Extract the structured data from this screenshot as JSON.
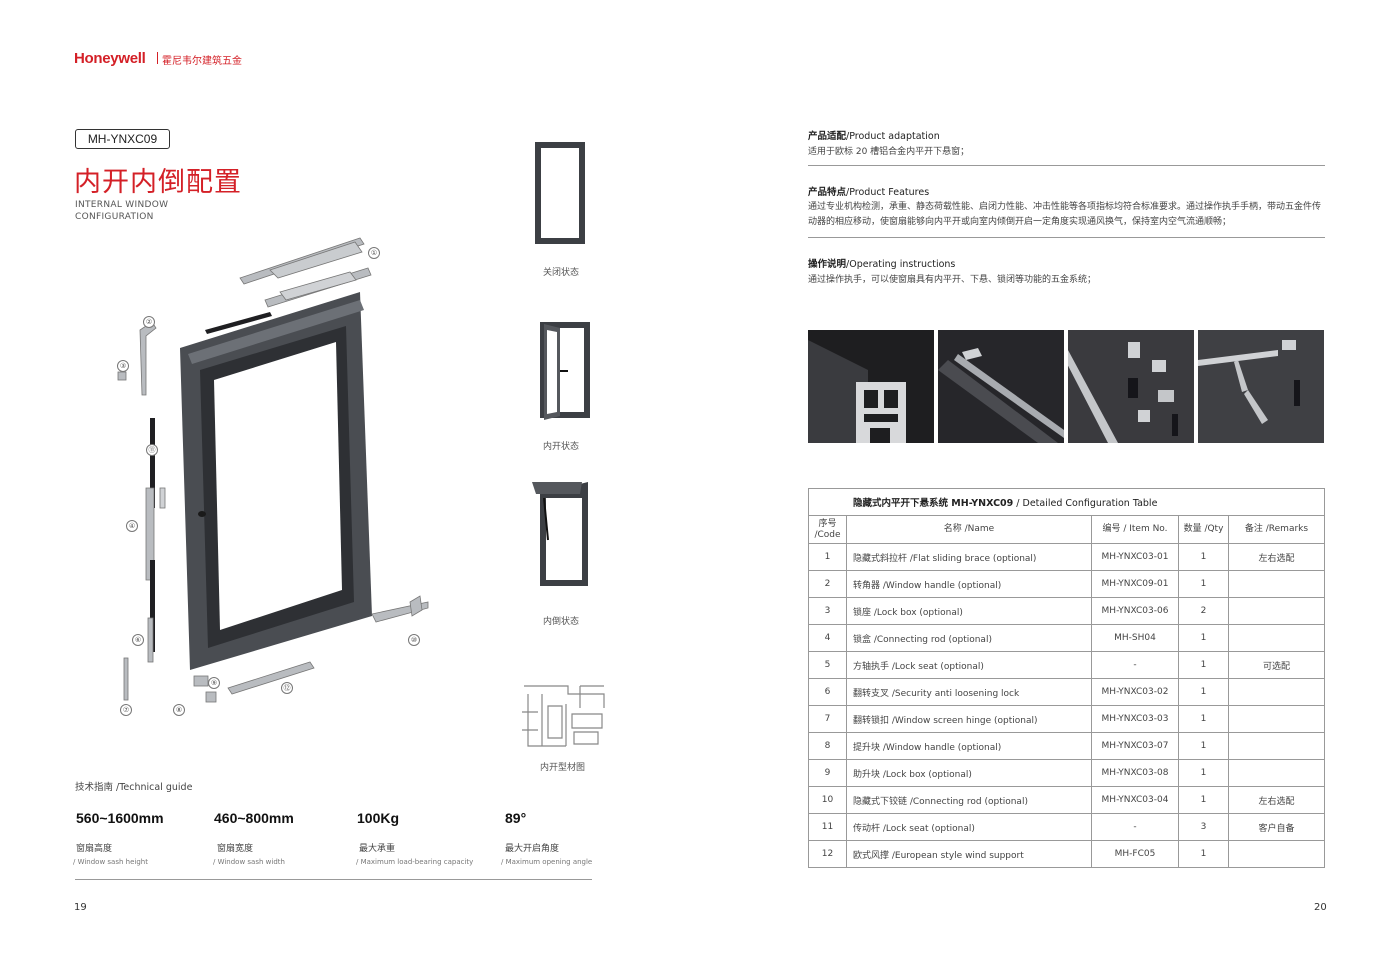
{
  "header": {
    "brand": "Honeywell",
    "brand_cn": "霍尼韦尔建筑五金"
  },
  "left": {
    "model": "MH-YNXC09",
    "title": "内开内倒配置",
    "subtitle_line1": "INTERNAL WINDOW",
    "subtitle_line2": "CONFIGURATION",
    "part_numbers": [
      "①",
      "②",
      "③",
      "④",
      "⑥",
      "⑦",
      "⑧",
      "⑨",
      "⑩",
      "⑪",
      "⑫"
    ],
    "states": [
      {
        "caption": "关闭状态"
      },
      {
        "caption": "内开状态"
      },
      {
        "caption": "内倒状态"
      },
      {
        "caption": "内开型材图"
      }
    ],
    "tech_guide_label": "技术指南 /Technical guide",
    "specs": [
      {
        "value": "560~1600mm",
        "cn": "窗扇高度",
        "en": "/ Window sash height"
      },
      {
        "value": "460~800mm",
        "cn": "窗扇宽度",
        "en": "/ Window sash width"
      },
      {
        "value": "100Kg",
        "cn": "最大承重",
        "en": "/ Maximum load-bearing capacity"
      },
      {
        "value": "89°",
        "cn": "最大开启角度",
        "en": "/ Maximum opening angle"
      }
    ],
    "page_number": "19"
  },
  "right": {
    "adaptation_head_cn": "产品适配",
    "adaptation_head_en": "/Product adaptation",
    "adaptation_body": "适用于欧标 20 槽铝合金内平开下悬窗；",
    "features_head_cn": "产品特点",
    "features_head_en": "/Product Features",
    "features_body": "通过专业机构检测，承重、静态荷载性能、启闭力性能、冲击性能等各项指标均符合标准要求。通过操作执手手柄，带动五金件传动器的相应移动，使窗扇能够向内平开或向室内倾倒开启一定角度实现通风换气，保持室内空气流通顺畅；",
    "instructions_head_cn": "操作说明",
    "instructions_head_en": "/Operating instructions",
    "instructions_body": "通过操作执手，可以使窗扇具有内平开、下悬、锁闭等功能的五金系统；",
    "table": {
      "caption_bold": "隐藏式内平开下悬系统 MH-YNXC09",
      "caption_rest": " / Detailed Configuration Table",
      "headers": {
        "code": "序号 /Code",
        "name": "名称 /Name",
        "item": "编号 / Item No.",
        "qty": "数量 /Qty",
        "remarks": "备注 /Remarks"
      },
      "rows": [
        {
          "code": "1",
          "name": "隐藏式斜拉杆 /Flat sliding brace (optional)",
          "item": "MH-YNXC03-01",
          "qty": "1",
          "remarks": "左右选配"
        },
        {
          "code": "2",
          "name": "转角器 /Window handle (optional)",
          "item": "MH-YNXC09-01",
          "qty": "1",
          "remarks": ""
        },
        {
          "code": "3",
          "name": "锁座 /Lock box (optional)",
          "item": "MH-YNXC03-06",
          "qty": "2",
          "remarks": ""
        },
        {
          "code": "4",
          "name": "锁盒 /Connecting rod (optional)",
          "item": "MH-SH04",
          "qty": "1",
          "remarks": ""
        },
        {
          "code": "5",
          "name": "方轴执手 /Lock seat (optional)",
          "item": "-",
          "qty": "1",
          "remarks": "可选配"
        },
        {
          "code": "6",
          "name": "翻转支叉 /Security anti loosening lock",
          "item": "MH-YNXC03-02",
          "qty": "1",
          "remarks": ""
        },
        {
          "code": "7",
          "name": "翻转锁扣 /Window screen hinge (optional)",
          "item": "MH-YNXC03-03",
          "qty": "1",
          "remarks": ""
        },
        {
          "code": "8",
          "name": "提升块 /Window handle (optional)",
          "item": "MH-YNXC03-07",
          "qty": "1",
          "remarks": ""
        },
        {
          "code": "9",
          "name": "助升块 /Lock box (optional)",
          "item": "MH-YNXC03-08",
          "qty": "1",
          "remarks": ""
        },
        {
          "code": "10",
          "name": "隐藏式下铰链 /Connecting rod (optional)",
          "item": "MH-YNXC03-04",
          "qty": "1",
          "remarks": "左右选配"
        },
        {
          "code": "11",
          "name": "传动杆 /Lock seat (optional)",
          "item": "-",
          "qty": "3",
          "remarks": "客户自备"
        },
        {
          "code": "12",
          "name": "欧式风撑 /European style wind support",
          "item": "MH-FC05",
          "qty": "1",
          "remarks": ""
        }
      ]
    },
    "page_number": "20"
  }
}
